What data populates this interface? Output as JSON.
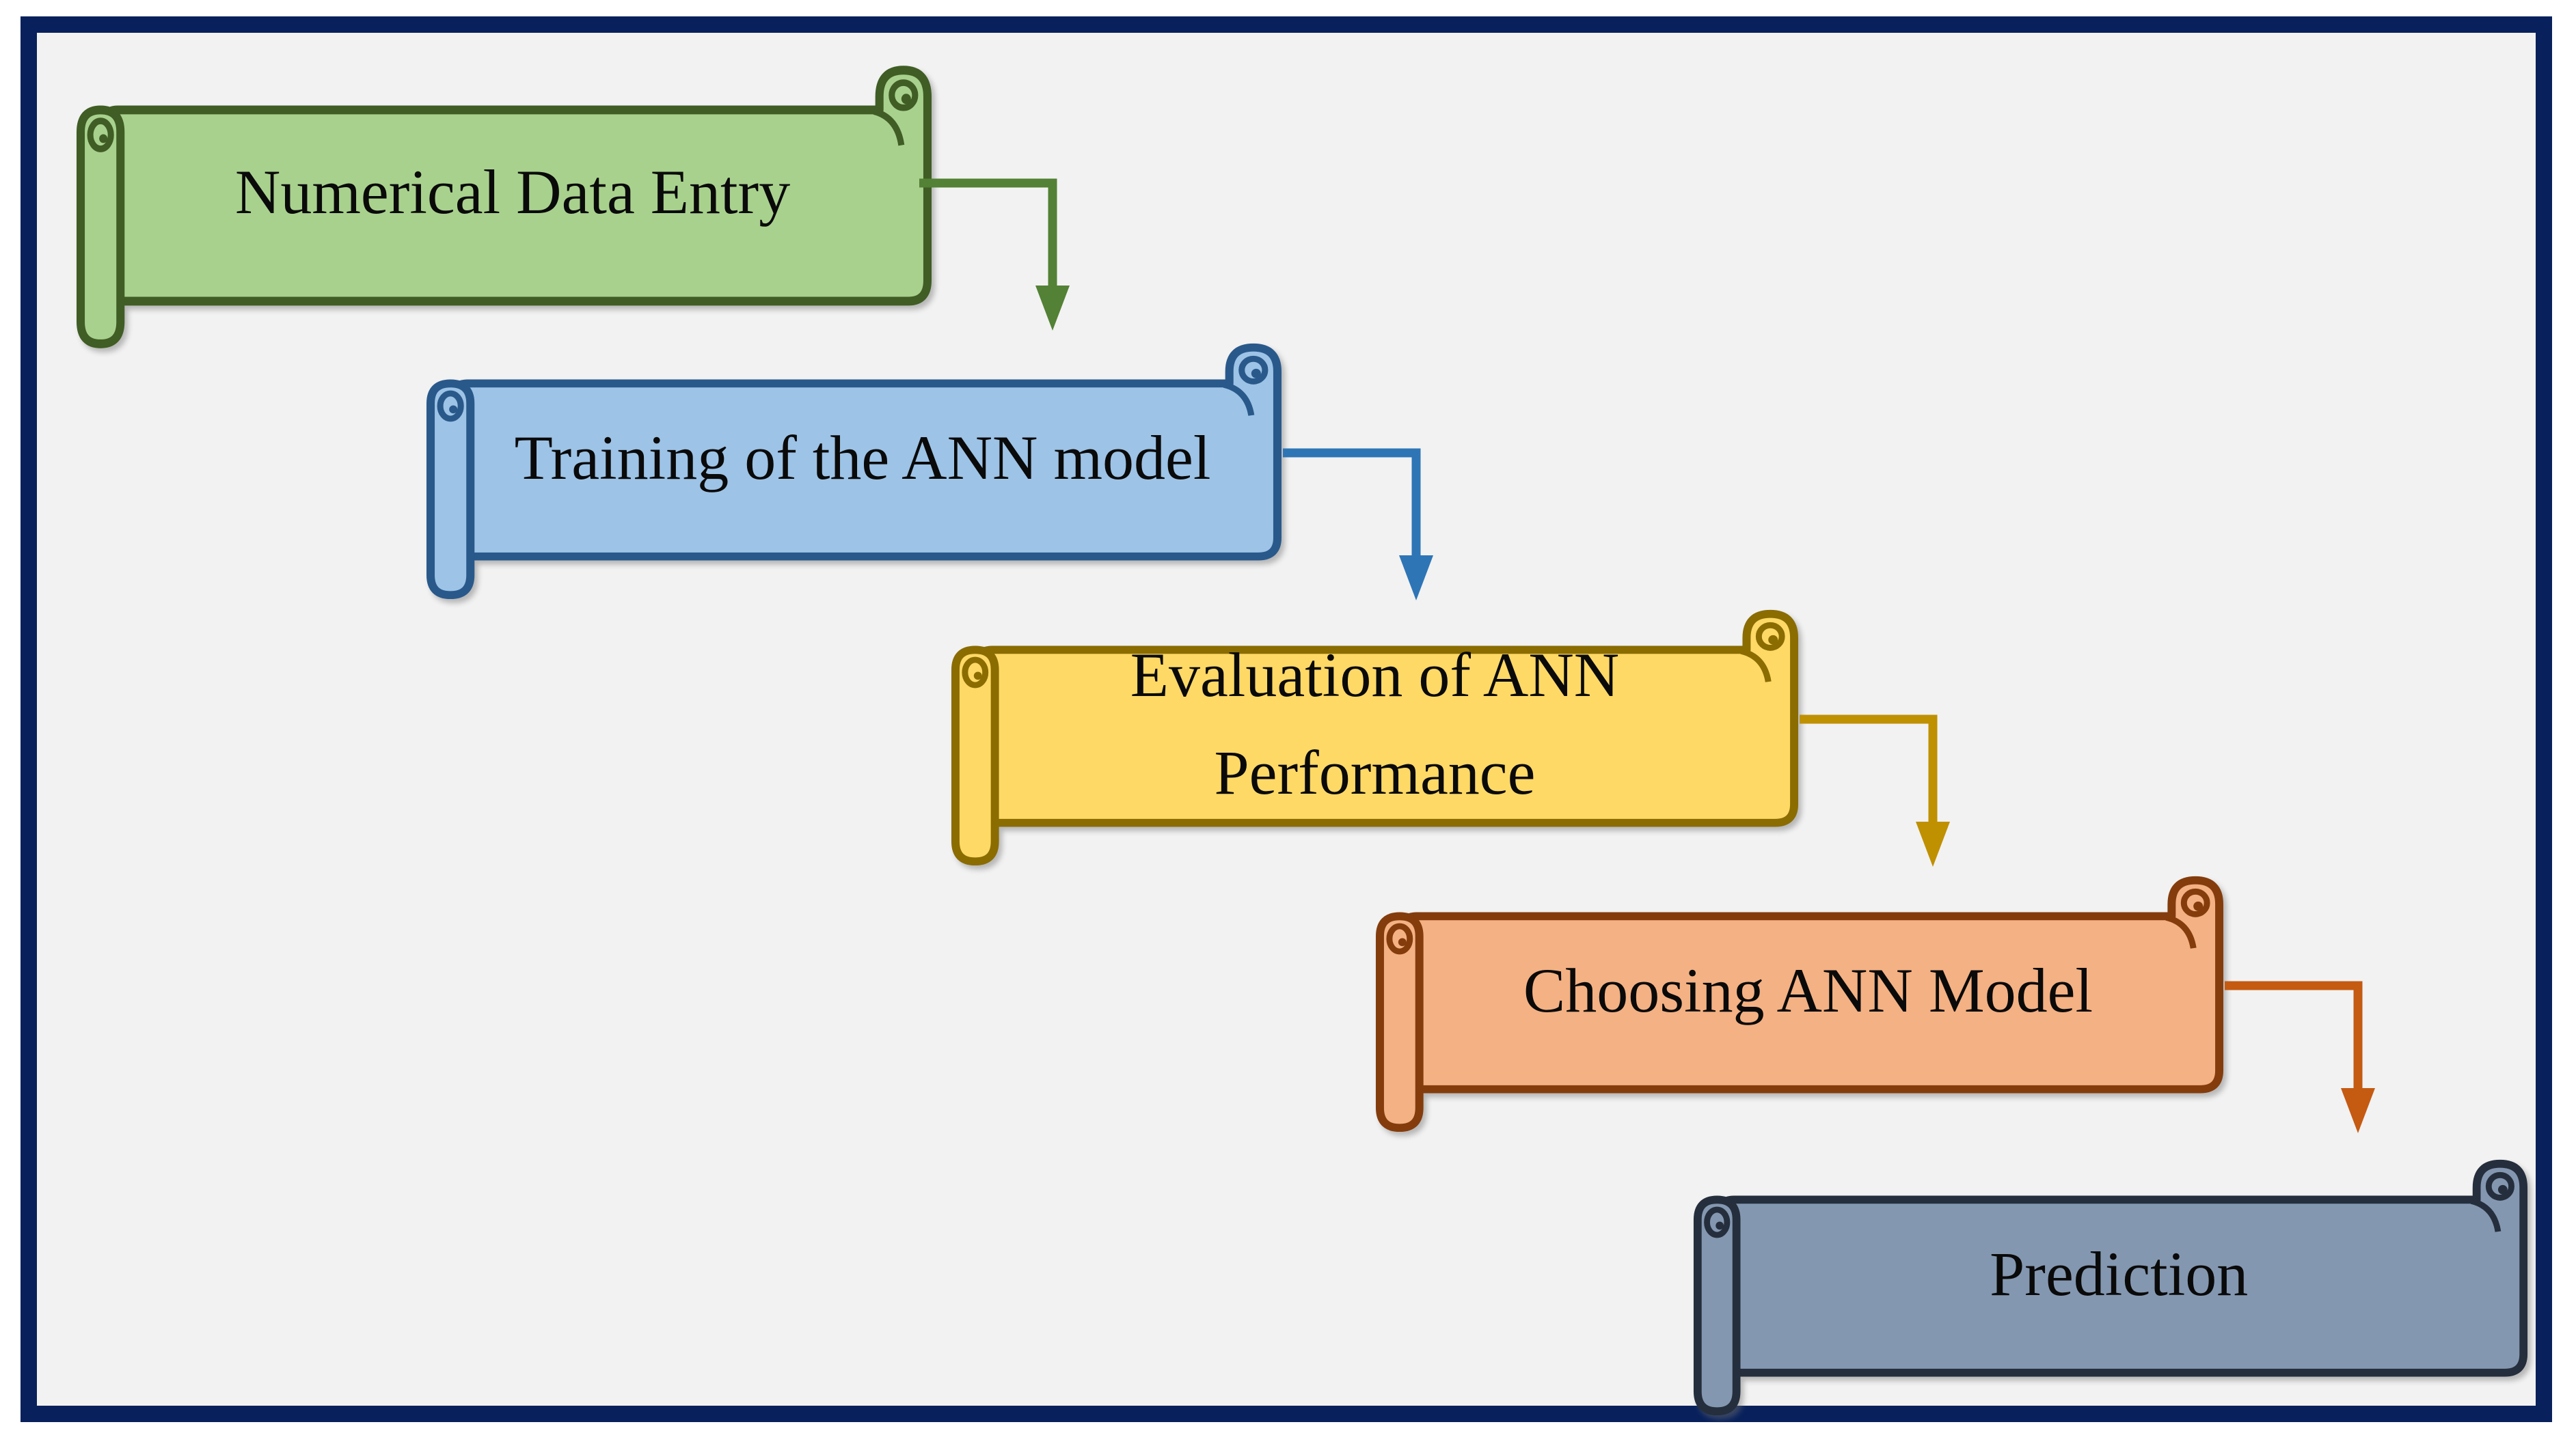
{
  "frame": {
    "border_color": "#08215c",
    "background": "#f2f2f2",
    "outer_background": "#ffffff"
  },
  "steps": [
    {
      "label": "Numerical Data Entry",
      "fill": "#a9d18e",
      "border": "#3f5d24",
      "arrow_color": "#538135"
    },
    {
      "label": "Training of the ANN model",
      "fill": "#9dc3e6",
      "border": "#29598b",
      "arrow_color": "#2e75b6"
    },
    {
      "label": "Evaluation of ANN Performance",
      "fill": "#ffd966",
      "border": "#8a6c00",
      "arrow_color": "#bf9000"
    },
    {
      "label": "Choosing ANN Model",
      "fill": "#f4b183",
      "border": "#843c0c",
      "arrow_color": "#c55a11"
    },
    {
      "label": "Prediction",
      "fill": "#8497b0",
      "border": "#252e3c",
      "arrow_color": null
    }
  ]
}
